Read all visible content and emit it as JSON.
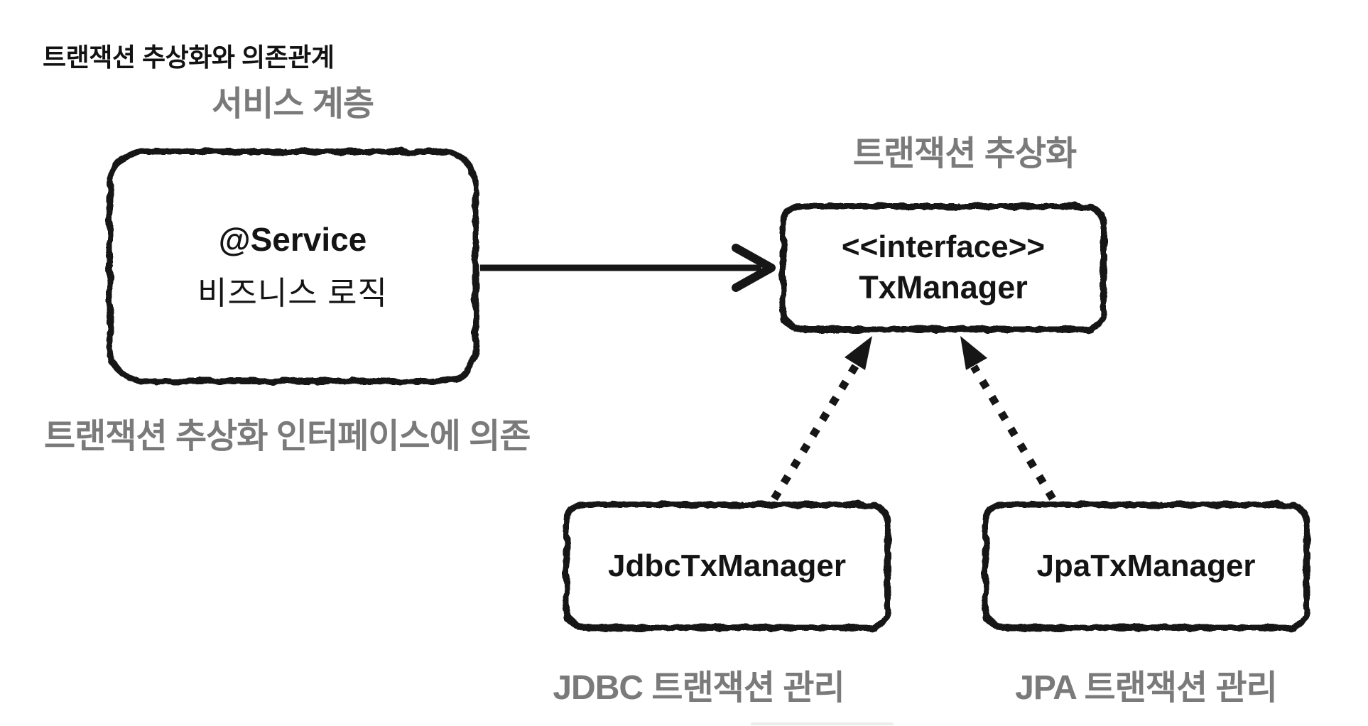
{
  "title": "트랜잭션 추상화와 의존관계",
  "captions": {
    "service_layer": "서비스 계층",
    "tx_abstraction": "트랜잭션 추상화",
    "depends_on_interface": "트랜잭션 추상화 인터페이스에 의존",
    "jdbc_management": "JDBC 트랜잭션 관리",
    "jpa_management": "JPA 트랜잭션 관리"
  },
  "nodes": {
    "service": {
      "line1": "@Service",
      "line2": "비즈니스 로직"
    },
    "interface": {
      "line1": "<<interface>>",
      "line2": "TxManager"
    },
    "jdbc": {
      "line1": "JdbcTxManager"
    },
    "jpa": {
      "line1": "JpaTxManager"
    }
  },
  "edges": [
    {
      "from": "service",
      "to": "interface",
      "style": "solid-arrow"
    },
    {
      "from": "jdbc",
      "to": "interface",
      "style": "dashed-arrow"
    },
    {
      "from": "jpa",
      "to": "interface",
      "style": "dashed-arrow"
    }
  ],
  "colors": {
    "ink": "#161616",
    "muted_gray": "#7a7a7a",
    "background": "#ffffff"
  }
}
